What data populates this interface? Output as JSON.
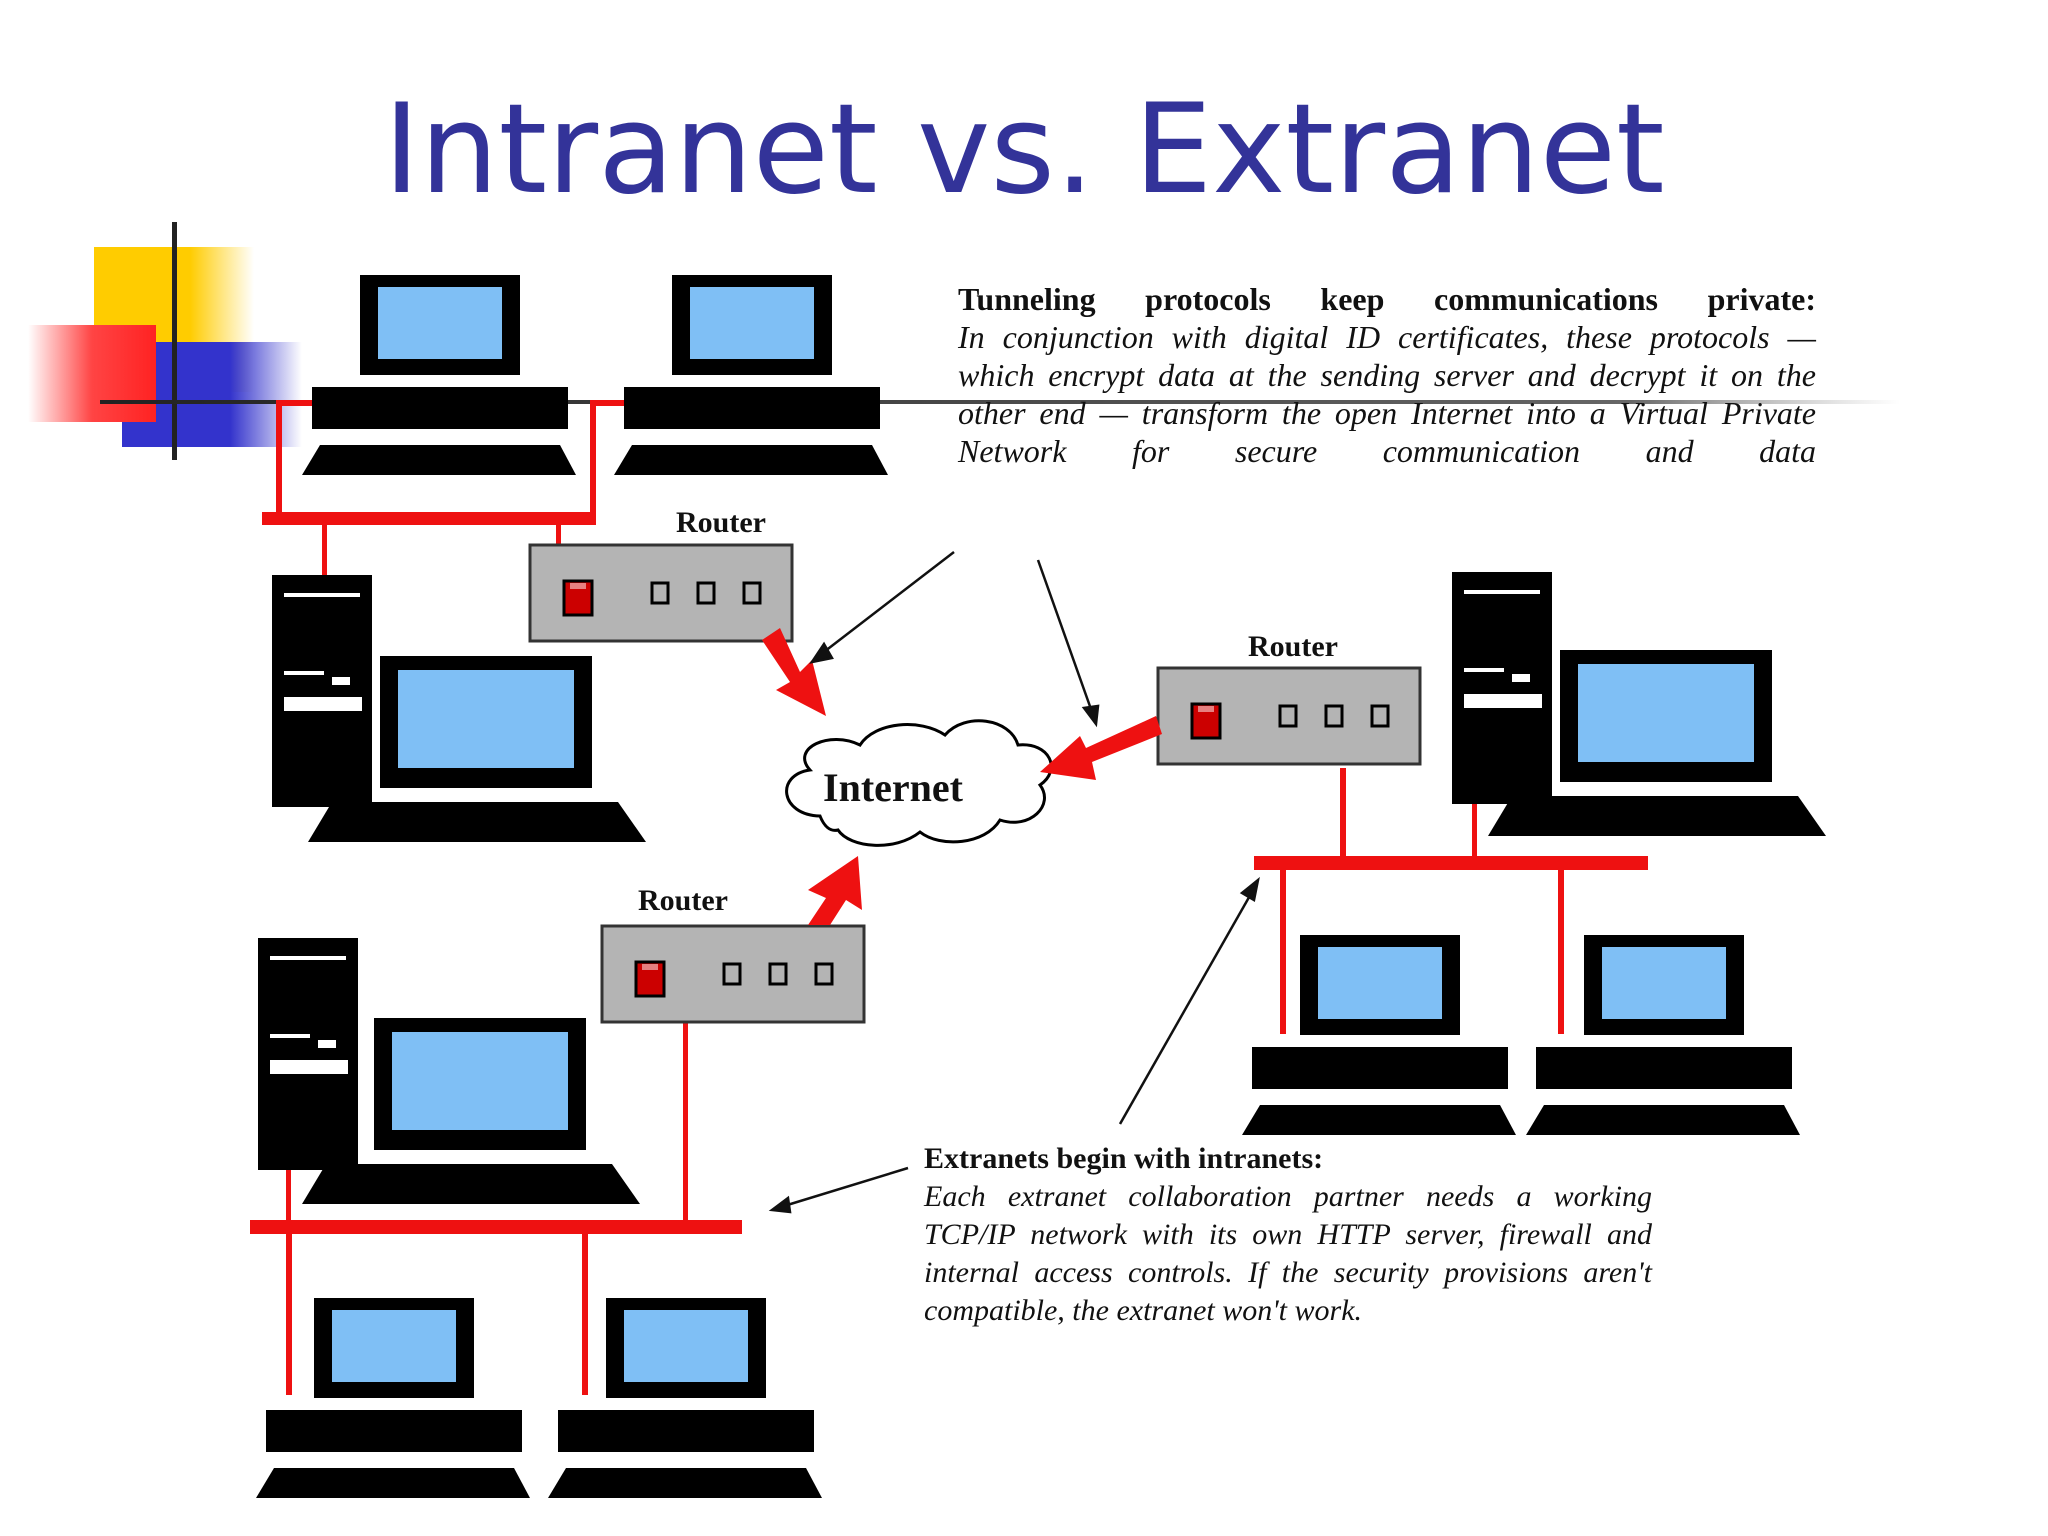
{
  "title": "Intranet vs. Extranet",
  "diagram": {
    "router_label": "Router",
    "internet_label": "Internet",
    "tunneling": {
      "heading": "Tunneling protocols keep communications private:",
      "body": "In conjunction with digital ID certificates, these protocols — which encrypt data at the sending server and decrypt it on the other end — transform the open Internet into a Virtual Private Network for secure communication and data"
    },
    "extranets": {
      "heading": "Extranets begin with intranets:",
      "body": "Each extranet collaboration partner needs a working TCP/IP network with its own HTTP server, firewall and internal access controls. If the security provisions aren't compatible, the extranet won't work."
    }
  },
  "colors": {
    "title": "#333399",
    "network_line": "#ee1111",
    "screen": "#7fbff5",
    "router_body": "#b4b4b4",
    "deco_yellow": "#ffcc00",
    "deco_red": "#ff3333",
    "deco_blue": "#3333cc"
  },
  "icons": [
    "workstation-icon",
    "desktop-tower-icon",
    "router-icon",
    "internet-cloud-icon",
    "arrow-icon"
  ]
}
